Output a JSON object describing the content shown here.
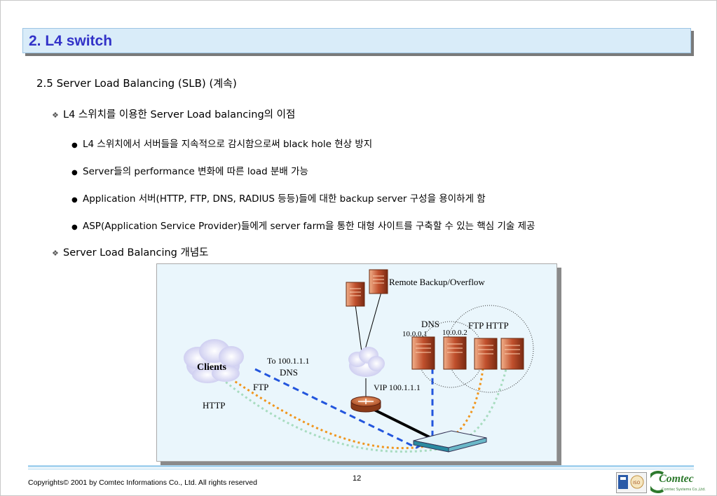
{
  "header": {
    "title": "2. L4 switch"
  },
  "section": {
    "heading": "2.5 Server Load Balancing (SLB) (계속)"
  },
  "items": [
    {
      "text": "L4 스위치를 이용한 Server Load balancing의 이점"
    },
    {
      "text": "Server Load Balancing 개념도"
    }
  ],
  "bullets": [
    {
      "text": "L4 스위치에서 서버들을 지속적으로 감시함으로써 black hole 현상 방지"
    },
    {
      "text": "Server들의 performance 변화에 따른 load 분배 가능"
    },
    {
      "text": "Application 서버(HTTP, FTP, DNS, RADIUS 등등)들에 대한 backup server 구성을 용이하게 함"
    },
    {
      "text": "ASP(Application Service Provider)들에게 server farm을 통한 대형 사이트를 구축할 수 있는 핵심 기술 제공"
    }
  ],
  "diagram": {
    "remote_label": "Remote Backup/Overflow",
    "dns_label": "DNS",
    "ftp_http_label": "FTP HTTP",
    "ip1": "10.0.0.1",
    "ip2": "10.0.0.2",
    "clients_label": "Clients",
    "to_label": "To 100.1.1.1",
    "dns_flow_label": "DNS",
    "ftp_flow_label": "FTP",
    "http_flow_label": "HTTP",
    "vip_label": "VIP 100.1.1.1",
    "colors": {
      "dns_flow": "#2255dd",
      "ftp_flow": "#f0961e",
      "http_flow": "#a8dcc0",
      "server": "#c0502d"
    }
  },
  "footer": {
    "copyright": "Copyrights© 2001 by Comtec Informations Co., Ltd. All rights reserved",
    "page": "12",
    "logo_text": "Comtec",
    "logo_sub": "Comtec Systems Co.,Ltd."
  }
}
